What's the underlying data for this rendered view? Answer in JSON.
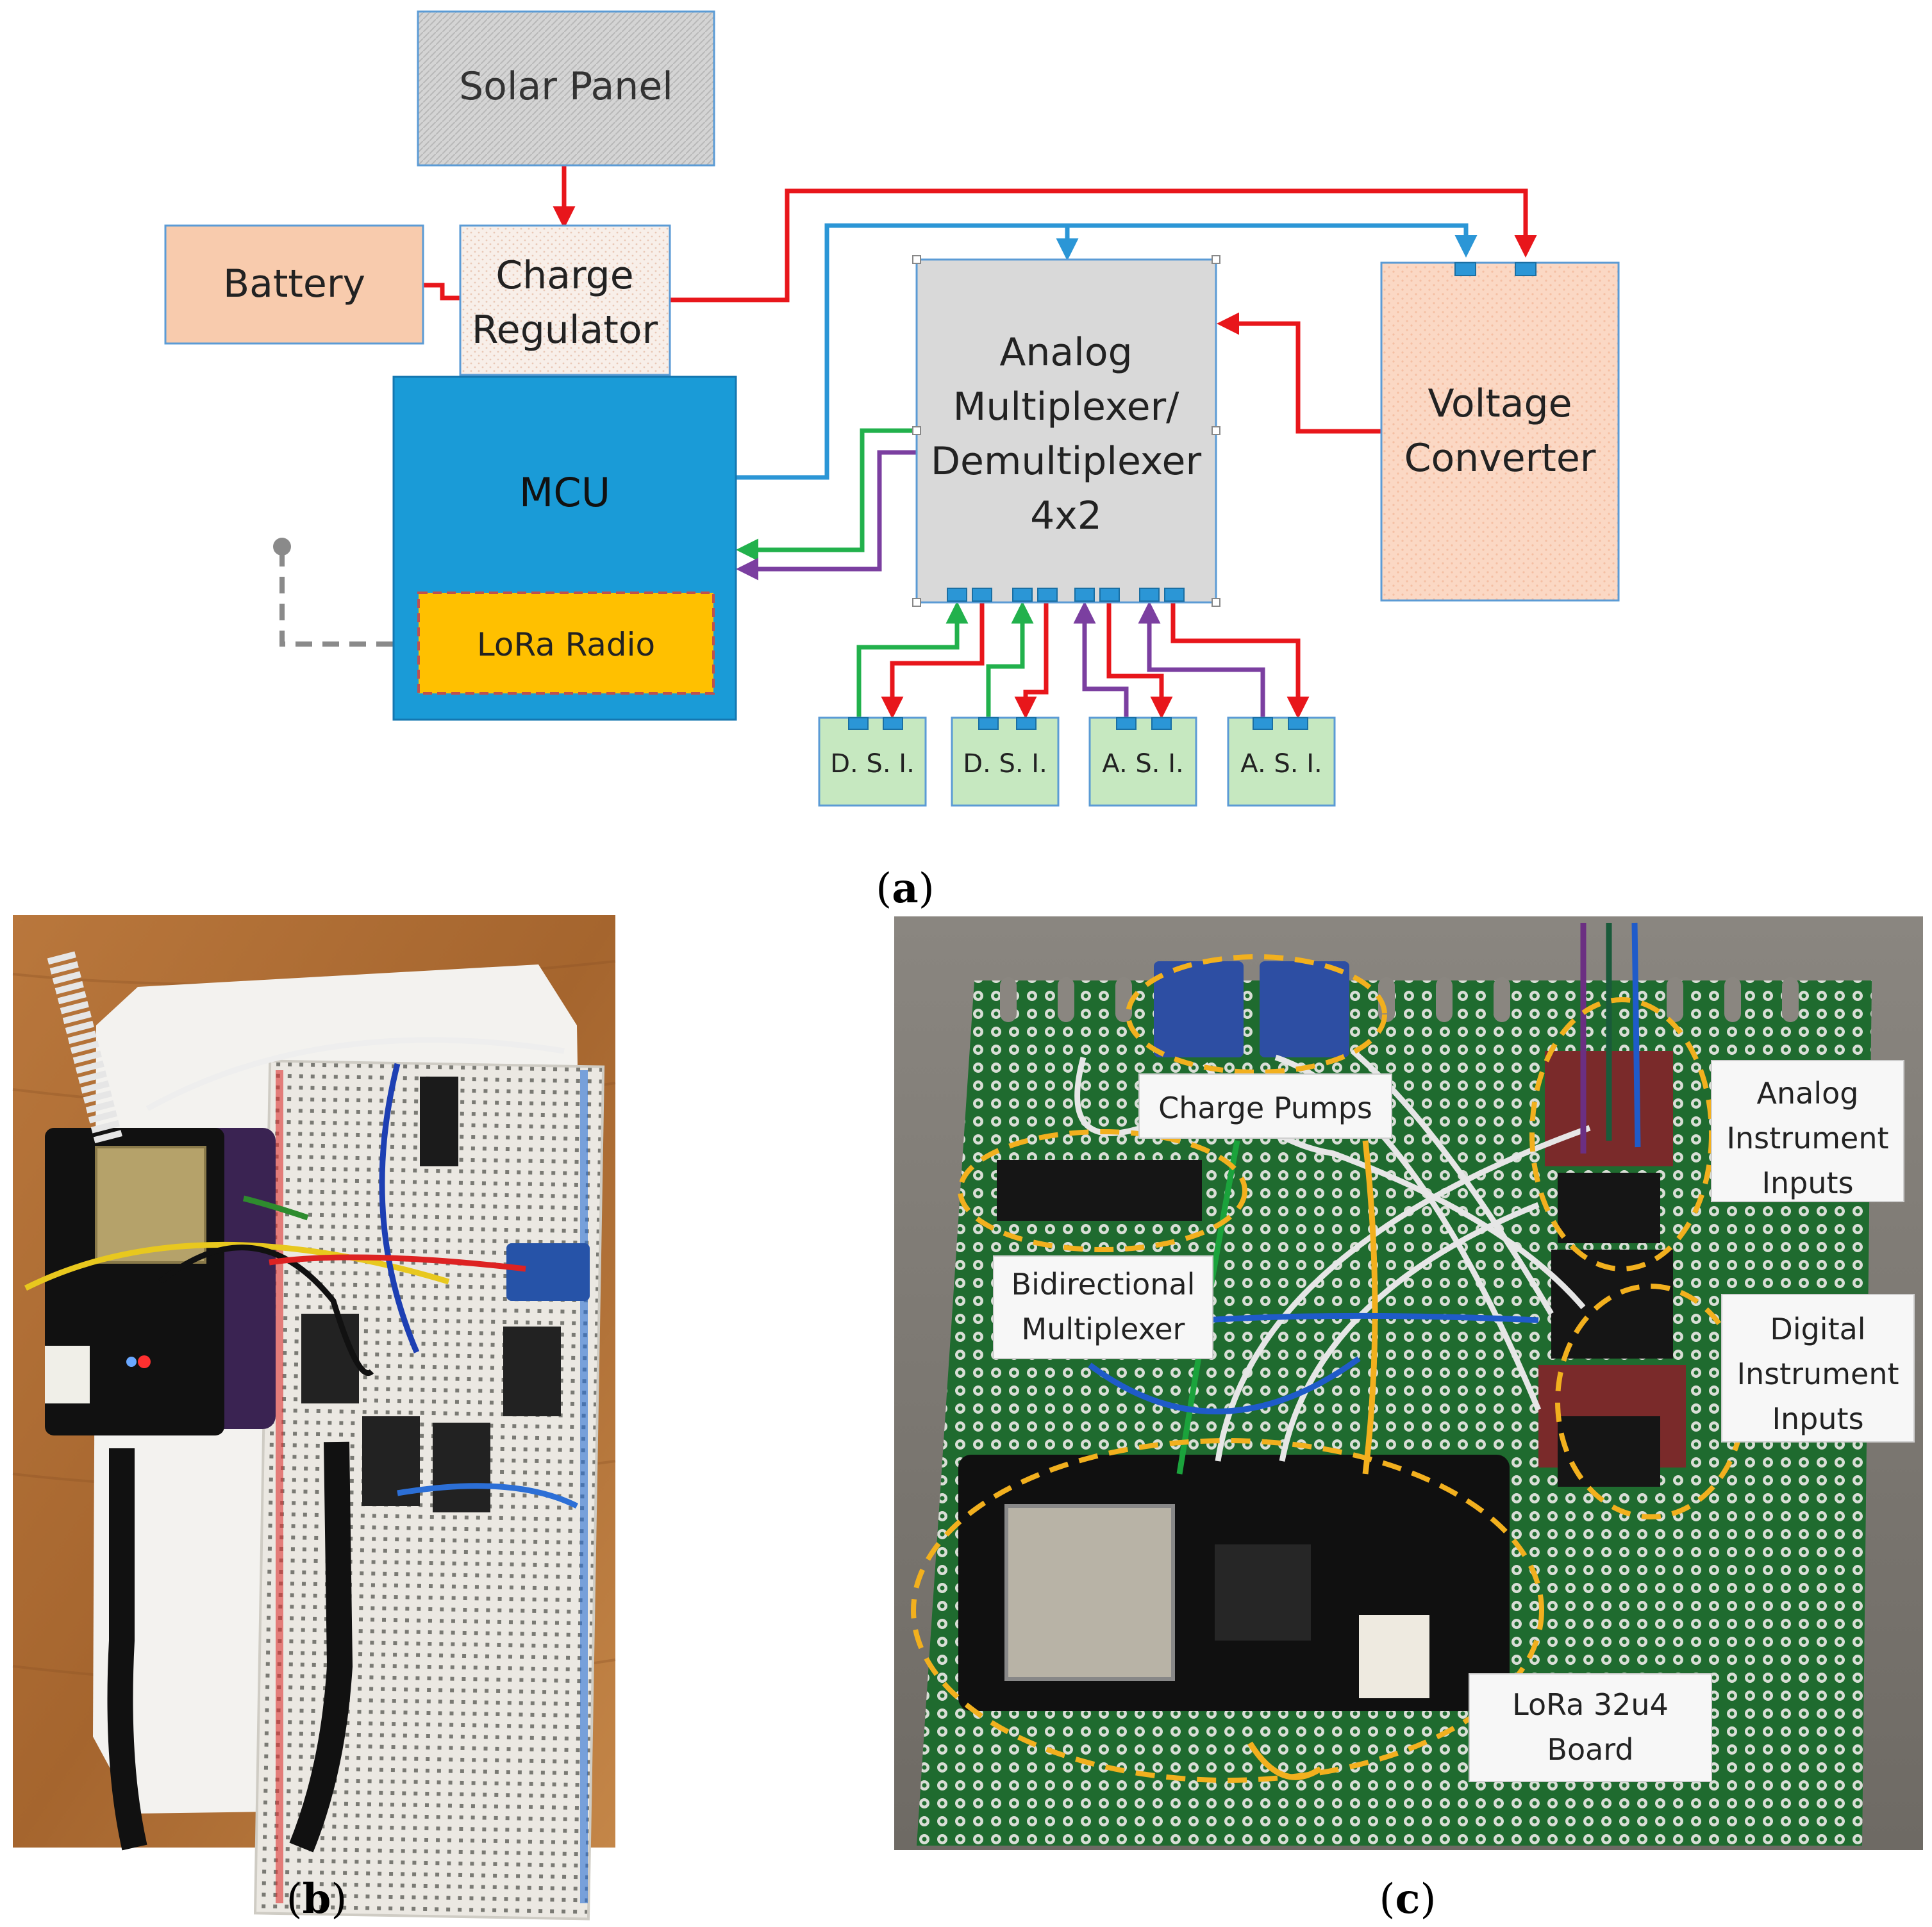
{
  "panel_a": {
    "solar_panel": "Solar Panel",
    "battery": "Battery",
    "charge_regulator": [
      "Charge",
      "Regulator"
    ],
    "mcu": "MCU",
    "lora_radio": "LoRa Radio",
    "mux": [
      "Analog",
      "Multiplexer/",
      "Demultiplexer",
      "4x2"
    ],
    "voltage_converter": [
      "Voltage",
      "Converter"
    ],
    "dsi_1": "D. S. I.",
    "dsi_2": "D. S. I.",
    "asi_1": "A. S. I.",
    "asi_2": "A. S. I.",
    "caption_letter": "a"
  },
  "panel_b": {
    "caption_letter": "b"
  },
  "panel_c": {
    "charge_pumps": "Charge Pumps",
    "bidirectional_mux": [
      "Bidirectional",
      "Multiplexer"
    ],
    "analog_inputs": [
      "Analog",
      "Instrument",
      "Inputs"
    ],
    "digital_inputs": [
      "Digital",
      "Instrument",
      "Inputs"
    ],
    "lora_board": [
      "LoRa 32u4",
      "Board"
    ],
    "caption_letter": "c"
  },
  "colors": {
    "red_wire": "#e8161b",
    "blue_wire": "#2b96d6",
    "green_wire": "#22b14c",
    "purple_wire": "#7b3fa0",
    "mcu_blue": "#1a9bd7",
    "lora_gold": "#ffc000",
    "battery_peach": "#f8cbad",
    "module_green": "#c6e8c0",
    "pcb_green": "#1f6b2f",
    "callout_gold": "#f2b01e"
  }
}
